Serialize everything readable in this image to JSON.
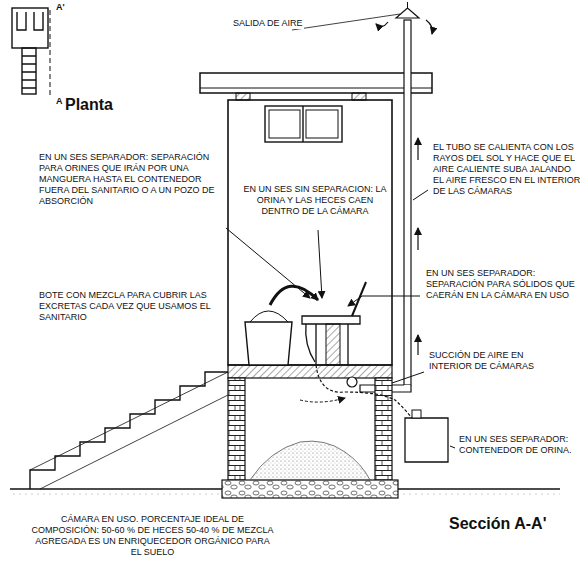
{
  "diagram": {
    "labels": [
      "A'",
      "A",
      "Planta",
      "SALIDA DE AIRE",
      "EL TUBO SE CALIENTA CON LOS RAYOS DEL SOL Y HACE QUE EL AIRE CALIENTE SUBA JALANDO EL AIRE FRESCO EN EL INTERIOR DE LAS CÁMARAS",
      "EN UN SES SEPARADOR: SEPARACIÓN PARA ORINES QUE IRÁN POR UNA MANGUERA HASTA EL CONTENEDOR FUERA DEL SANITARIO O A UN POZO DE ABSORCIÓN",
      "EN UN SES SIN SEPARACION: LA ORINA Y LAS HECES CAEN DENTRO DE LA CÁMARA",
      "EN UN SES SEPARADOR: SEPARACIÓN PARA SÓLIDOS QUE CAERÁN EN LA CÁMARA EN USO",
      "BOTE CON MEZCLA PARA CUBRIR LAS EXCRETAS CADA VEZ QUE USAMOS EL SANITARIO",
      "SUCCIÓN DE AIRE EN INTERIOR DE CÁMARAS",
      "EN UN SES SEPARADOR: CONTENEDOR DE ORINA.",
      "CÁMARA EN USO. PORCENTAJE IDEAL DE COMPOSICIÓN: 50-60 % DE HECES 50-40 % DE MEZCLA AGREGADA ES UN ENRIQUECEDOR ORGÁNICO PARA EL SUELO",
      "Sección A-A'"
    ]
  }
}
